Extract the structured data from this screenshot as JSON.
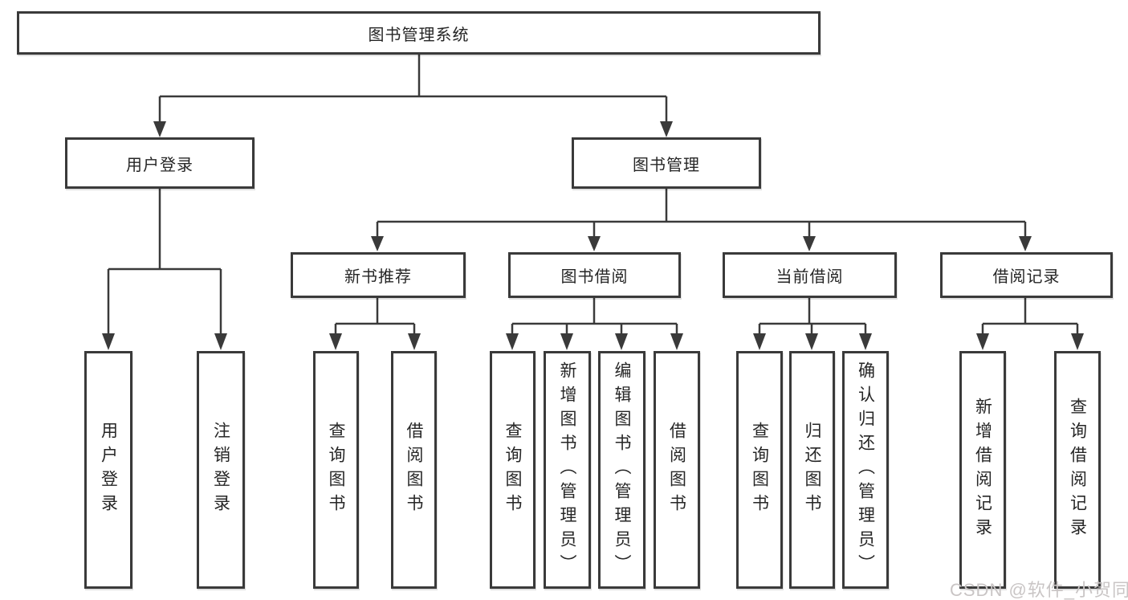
{
  "tree": {
    "root": {
      "label": "图书管理系统",
      "children": [
        {
          "label": "用户登录",
          "children": [
            {
              "label": "用户登录"
            },
            {
              "label": "注销登录"
            }
          ]
        },
        {
          "label": "图书管理",
          "children": [
            {
              "label": "新书推荐",
              "children": [
                {
                  "label": "查询图书"
                },
                {
                  "label": "借阅图书"
                }
              ]
            },
            {
              "label": "图书借阅",
              "children": [
                {
                  "label": "查询图书"
                },
                {
                  "label": "新增图书（管理员）"
                },
                {
                  "label": "编辑图书（管理员）"
                },
                {
                  "label": "借阅图书"
                }
              ]
            },
            {
              "label": "当前借阅",
              "children": [
                {
                  "label": "查询图书"
                },
                {
                  "label": "归还图书"
                },
                {
                  "label": "确认归还（管理员）"
                }
              ]
            },
            {
              "label": "借阅记录",
              "children": [
                {
                  "label": "新增借阅记录"
                },
                {
                  "label": "查询借阅记录"
                }
              ]
            }
          ]
        }
      ]
    }
  },
  "watermark": {
    "text": "CSDN @软件_小贺同学"
  },
  "colors": {
    "line": "#3a3a3a",
    "box_border": "#3a3a3a",
    "box_fill": "#ffffff",
    "text": "#262626",
    "background": "#ffffff",
    "watermark": "#c9c5c5"
  }
}
